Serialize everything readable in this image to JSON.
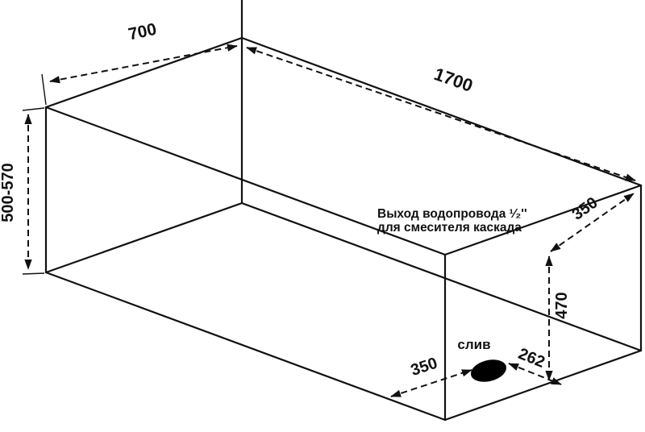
{
  "diagram": {
    "type": "bathtub-dimension-drawing",
    "colors": {
      "line": "#111111",
      "background": "#ffffff",
      "drain_fill": "#000000"
    },
    "dims": {
      "width": "700",
      "length": "1700",
      "height": "500-570",
      "outlet_offset": "350",
      "outlet_height": "470",
      "drain_side": "350",
      "drain_front": "262"
    },
    "labels": {
      "outlet_line1": "Выход водопровода ¹⁄₂''",
      "outlet_line2": "для смесителя каскада",
      "drain": "слив"
    }
  }
}
